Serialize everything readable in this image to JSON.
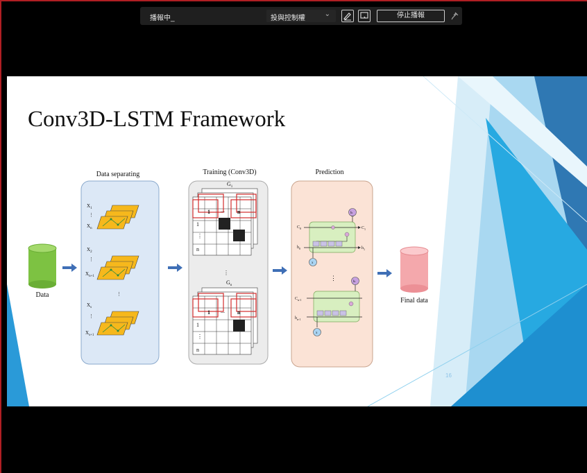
{
  "toolbar": {
    "status": "播報中_",
    "control_dropdown": "投與控制權",
    "stop_button": "停止播報",
    "icons": [
      "chevron-down-icon",
      "annotate-pen-icon",
      "screen-share-icon",
      "pin-icon"
    ]
  },
  "slide": {
    "title": "Conv3D-LSTM Framework",
    "page_number": "16",
    "stages": {
      "data": "Data",
      "separating": "Data separating",
      "training": "Training (Conv3D)",
      "prediction": "Prediction",
      "final": "Final data"
    },
    "separating_labels": {
      "x1": "X",
      "x1_sub": "1",
      "xn": "X",
      "xn_sub": "n",
      "x2": "X",
      "x2_sub": "2",
      "xn1": "X",
      "xn1_sub": "n+1",
      "xs": "X",
      "xs_sub": "s",
      "xsn1": "X",
      "xsn1_sub": "s+1"
    },
    "training_labels": {
      "g1": "G",
      "g1_sub": "1",
      "gn": "G",
      "gn_sub": "n",
      "one": "1",
      "dots": "...",
      "n": "n",
      "vdots": "⋮"
    },
    "prediction_labels": {
      "c0": "C",
      "c0_sub": "0",
      "h0": "h",
      "h0_sub": "0",
      "c1": "C",
      "c1_sub": "1",
      "h1": "h",
      "h1_sub": "1",
      "x": "x",
      "cn1": "C",
      "cn1_sub": "n-1",
      "hn1": "h",
      "hn1_sub": "n-1",
      "ht": "h",
      "ht_sub": "t"
    },
    "colors": {
      "data_cylinder": "#7dc242",
      "final_cylinder": "#f4a8ac",
      "arrow": "#3f6fb6",
      "separating_box": "#dce8f6",
      "training_box": "#ececec",
      "prediction_box": "#fbe3d6",
      "frame_yellow": "#f6b81c",
      "cube_red": "#d22b2b",
      "cell_green": "#d8efc0"
    }
  }
}
